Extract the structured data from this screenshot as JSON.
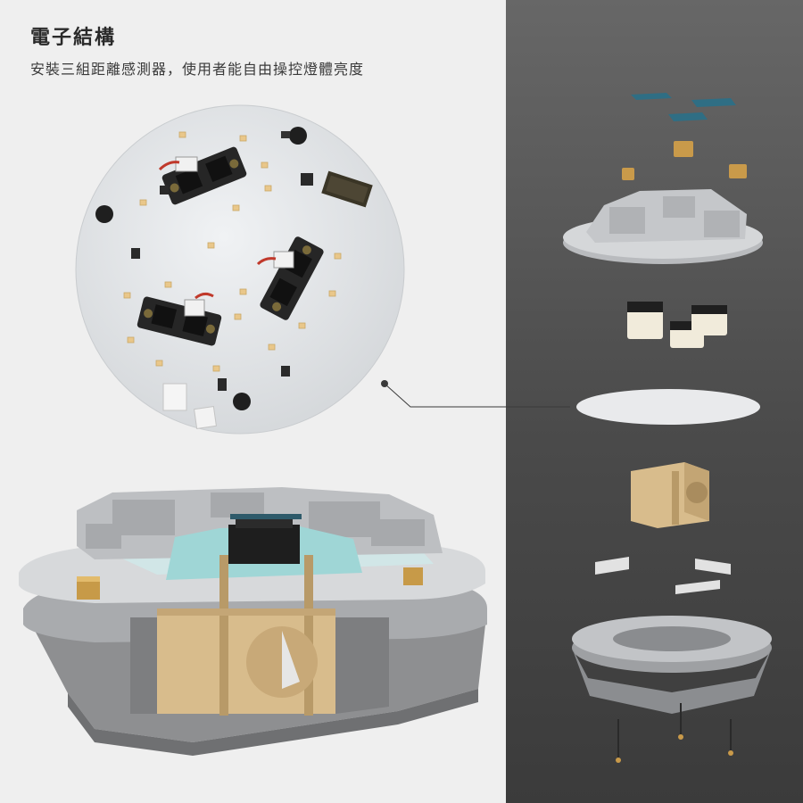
{
  "header": {
    "title": "電子結構",
    "subtitle": "安裝三組距離感測器，使用者能自由操控燈體亮度"
  },
  "colors": {
    "left_background": "#efefef",
    "right_background_top": "#676767",
    "right_background_bottom": "#3b3b3b",
    "pcb": "#e4e6e8",
    "sensor": "#262626",
    "led": "#e9c78a",
    "wood": "#d8bc8c",
    "model_gray": "#bdbfc2",
    "teal_part": "#9fd6d6",
    "leader_line": "#3a3a3a"
  },
  "diagram": {
    "board_photo": "circular PCB with three distance sensors",
    "section_view": "cross-section of assembled lamp base",
    "exploded_view_parts": [
      "top film strips",
      "small brass inserts",
      "PCB carrier plate",
      "three sensor modules",
      "diffuser disc",
      "wooden core box",
      "side tabs",
      "base ring",
      "screws"
    ]
  }
}
